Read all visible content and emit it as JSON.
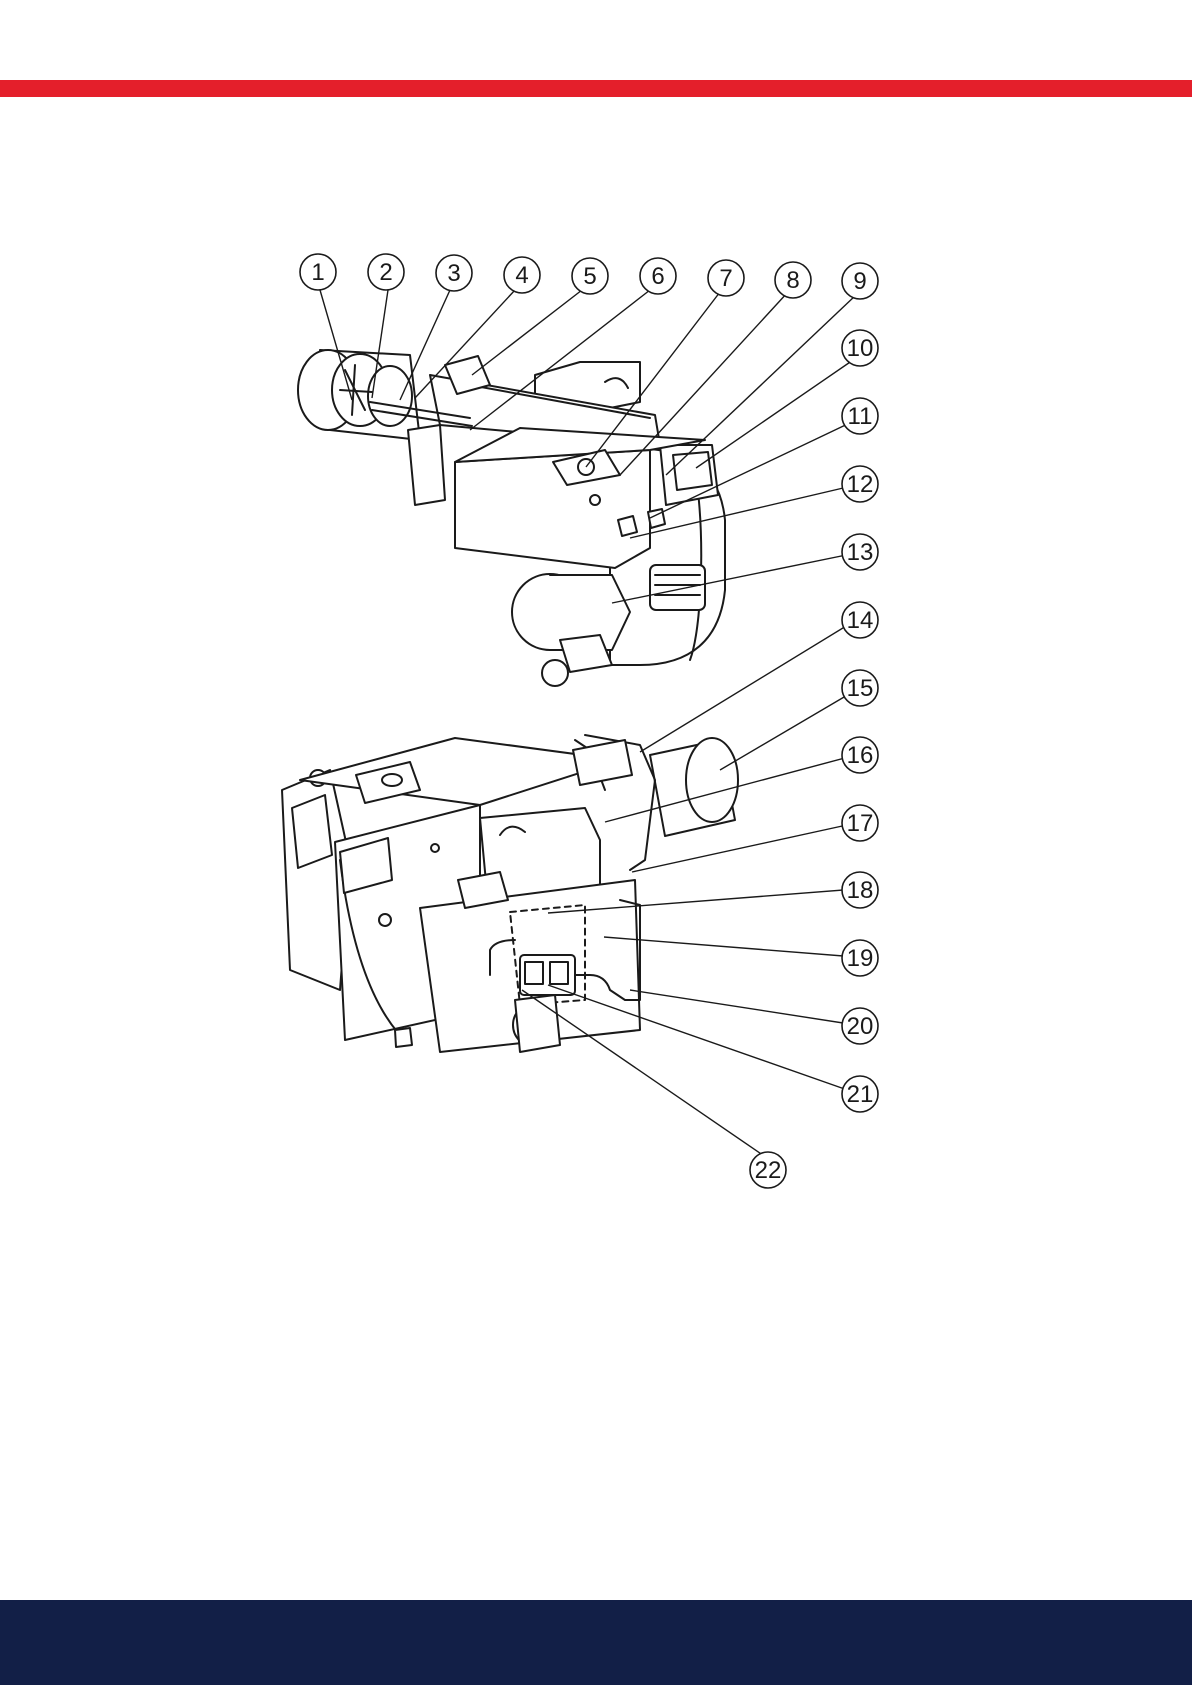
{
  "colors": {
    "accent_stripe": "#e41f2b",
    "footer_band": "#121f47",
    "line": "#1a1a1a",
    "fill": "#ffffff"
  },
  "callouts": [
    "1",
    "2",
    "3",
    "4",
    "5",
    "6",
    "7",
    "8",
    "9",
    "10",
    "11",
    "12",
    "13",
    "14",
    "15",
    "16",
    "17",
    "18",
    "19",
    "20",
    "21",
    "22"
  ]
}
